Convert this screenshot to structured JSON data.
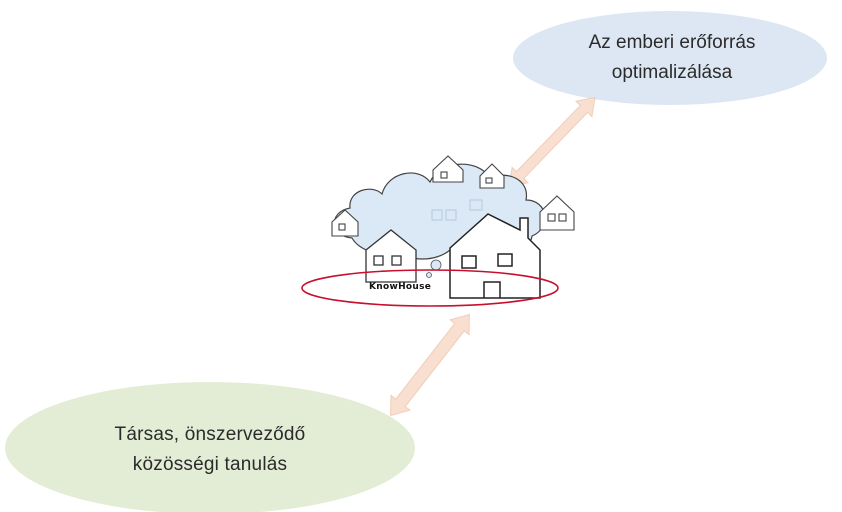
{
  "top_node": {
    "line1": "Az emberi erőforrás",
    "line2": "optimalizálása",
    "fill_color": "#dde7f3"
  },
  "bottom_node": {
    "line1": "Társas, önszerveződő",
    "line2": "közösségi tanulás",
    "fill_color": "#e3edd6"
  },
  "center_logo": {
    "label": "KnowHouse",
    "ring_color": "#c8102e",
    "cloud_color": "#dbe8f5"
  },
  "arrow_color": "#f8dfd0"
}
